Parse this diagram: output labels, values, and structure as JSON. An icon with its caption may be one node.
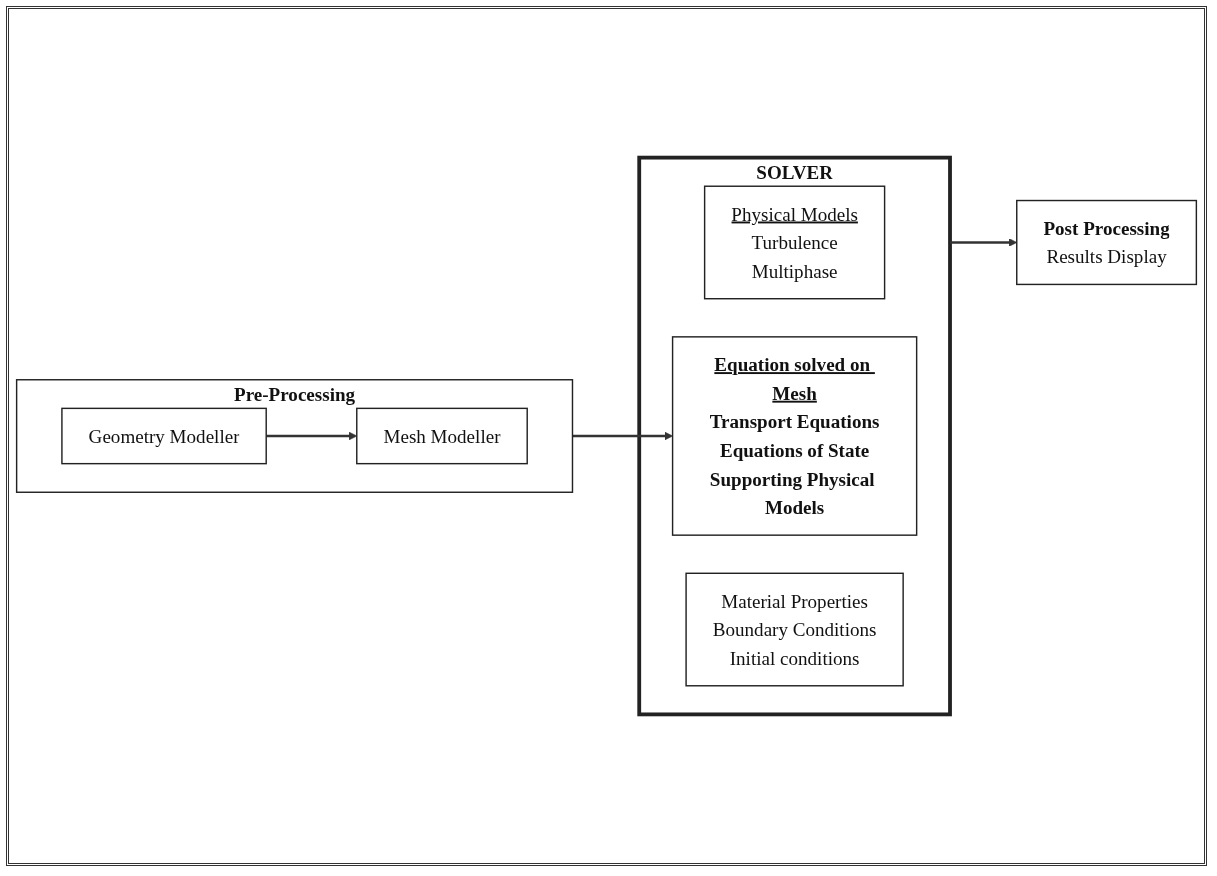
{
  "diagram": {
    "nodes": [
      {
        "text": [
          "Pre-Processing"
        ]
      },
      {
        "text": [
          "Geometry Modeller"
        ],
        "in": 0
      },
      {
        "text": [
          "Mesh Modeller"
        ],
        "in": 0
      },
      {
        "text": [
          "SOLVER"
        ]
      },
      {
        "text": [
          "Physical Models",
          "Turbulence",
          "Multiphase"
        ],
        "in": 3
      },
      {
        "text": [
          "Equation solved on Mesh",
          "Transport Equations",
          "Equations of State",
          "Supporting Physical Models"
        ],
        "in": 3
      },
      {
        "text": [
          "Material Properties",
          "Boundary Conditions",
          "Initial conditions"
        ],
        "in": 3
      },
      {
        "text": [
          "Post Processing",
          "Results Display"
        ]
      }
    ],
    "edges": [
      {
        "from": 1,
        "to": 2,
        "arrow": "to"
      },
      {
        "from": 0,
        "to": 5,
        "arrow": "to"
      },
      {
        "from": 3,
        "to": 7,
        "arrow": "to"
      }
    ]
  }
}
